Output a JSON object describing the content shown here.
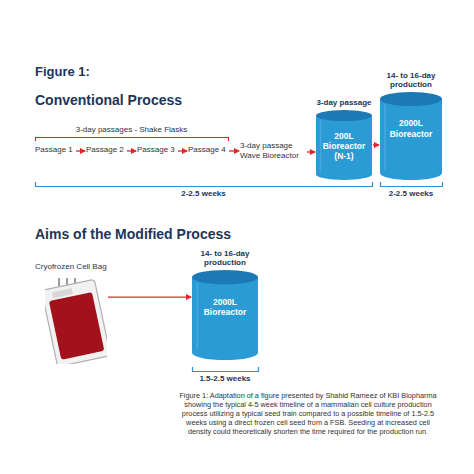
{
  "diagram": {
    "title": "Figure 1:",
    "caption": "Figure 1: Adaptation of a figure presented by Shahid Rameez of KBI Biopharma showing the typical 4-5 week timeline of a mammalian cell culture production process utilizing a typical seed train compared to a possible timeline of 1.5-2.5 weeks using a direct frozen cell seed from a FSB. Seeding at increased cell density could theoretically shorten the time required for the production run.",
    "nodes": [
      {
        "text": [
          "Passage 1"
        ]
      },
      {
        "text": [
          "Passage 2"
        ]
      },
      {
        "text": [
          "Passage 3"
        ]
      },
      {
        "text": [
          "Passage 4"
        ]
      },
      {
        "text": [
          "3-day passage Wave Bioreactor"
        ]
      },
      {
        "text": [
          "3-day passage",
          "200L Bioreactor (N-1)"
        ]
      },
      {
        "text": [
          "14- to 16-day production",
          "2000L Bioreactor"
        ]
      },
      {
        "text": [
          "Cryofrozen Cell Bag"
        ]
      },
      {
        "text": [
          "14- to 16-day production",
          "2000L Bioreactor"
        ]
      }
    ],
    "edges": [
      {
        "from": 0,
        "to": 1,
        "arrow": "to"
      },
      {
        "from": 1,
        "to": 2,
        "arrow": "to"
      },
      {
        "from": 2,
        "to": 3,
        "arrow": "to"
      },
      {
        "from": 3,
        "to": 4,
        "arrow": "to"
      },
      {
        "from": 4,
        "to": 5,
        "arrow": "to"
      },
      {
        "from": 5,
        "to": 6,
        "arrow": "to"
      },
      {
        "from": 7,
        "to": 8,
        "arrow": "to"
      }
    ],
    "labels": [
      "Conventional Process",
      "3-day passages - Shake Flasks",
      "2-2.5 weeks",
      "2-2.5 weeks",
      "Aims of the Modified Process",
      "1.5-2.5 weeks"
    ]
  }
}
